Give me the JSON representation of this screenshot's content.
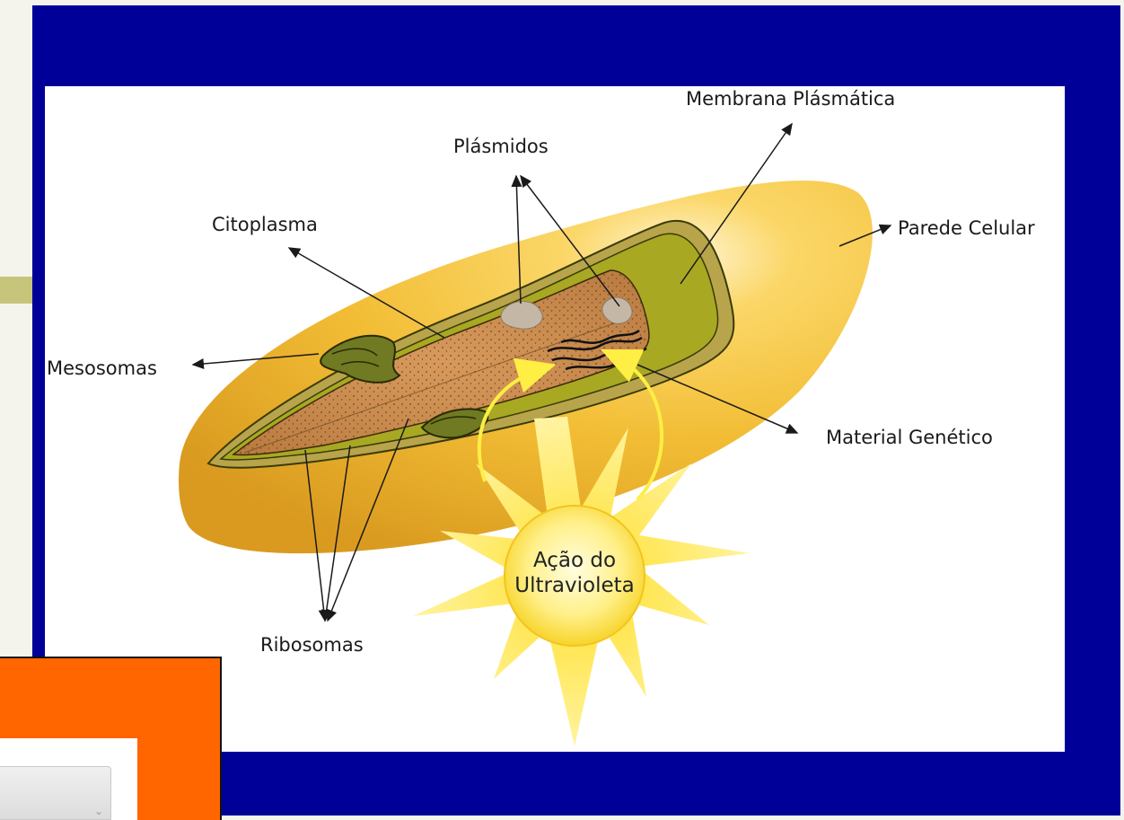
{
  "diagram": {
    "labels": {
      "plasma_membrane": "Membrana Plásmática",
      "plasmids": "Plásmidos",
      "cytoplasm": "Citoplasma",
      "cell_wall": "Parede Celular",
      "mesosomes": "Mesosomas",
      "genetic_material": "Material Genético",
      "ribosomes": "Ribosomas"
    },
    "sun": {
      "line1": "Ação do",
      "line2": "Ultravioleta"
    }
  },
  "colors": {
    "frame": "#000099",
    "panel": "#ffffff",
    "cell_wall": "#f2bd35",
    "cytoplasm": "#c98a4c",
    "membrane": "#a8a823",
    "sun": "#ffe34d",
    "orange_box": "#ff6600"
  }
}
